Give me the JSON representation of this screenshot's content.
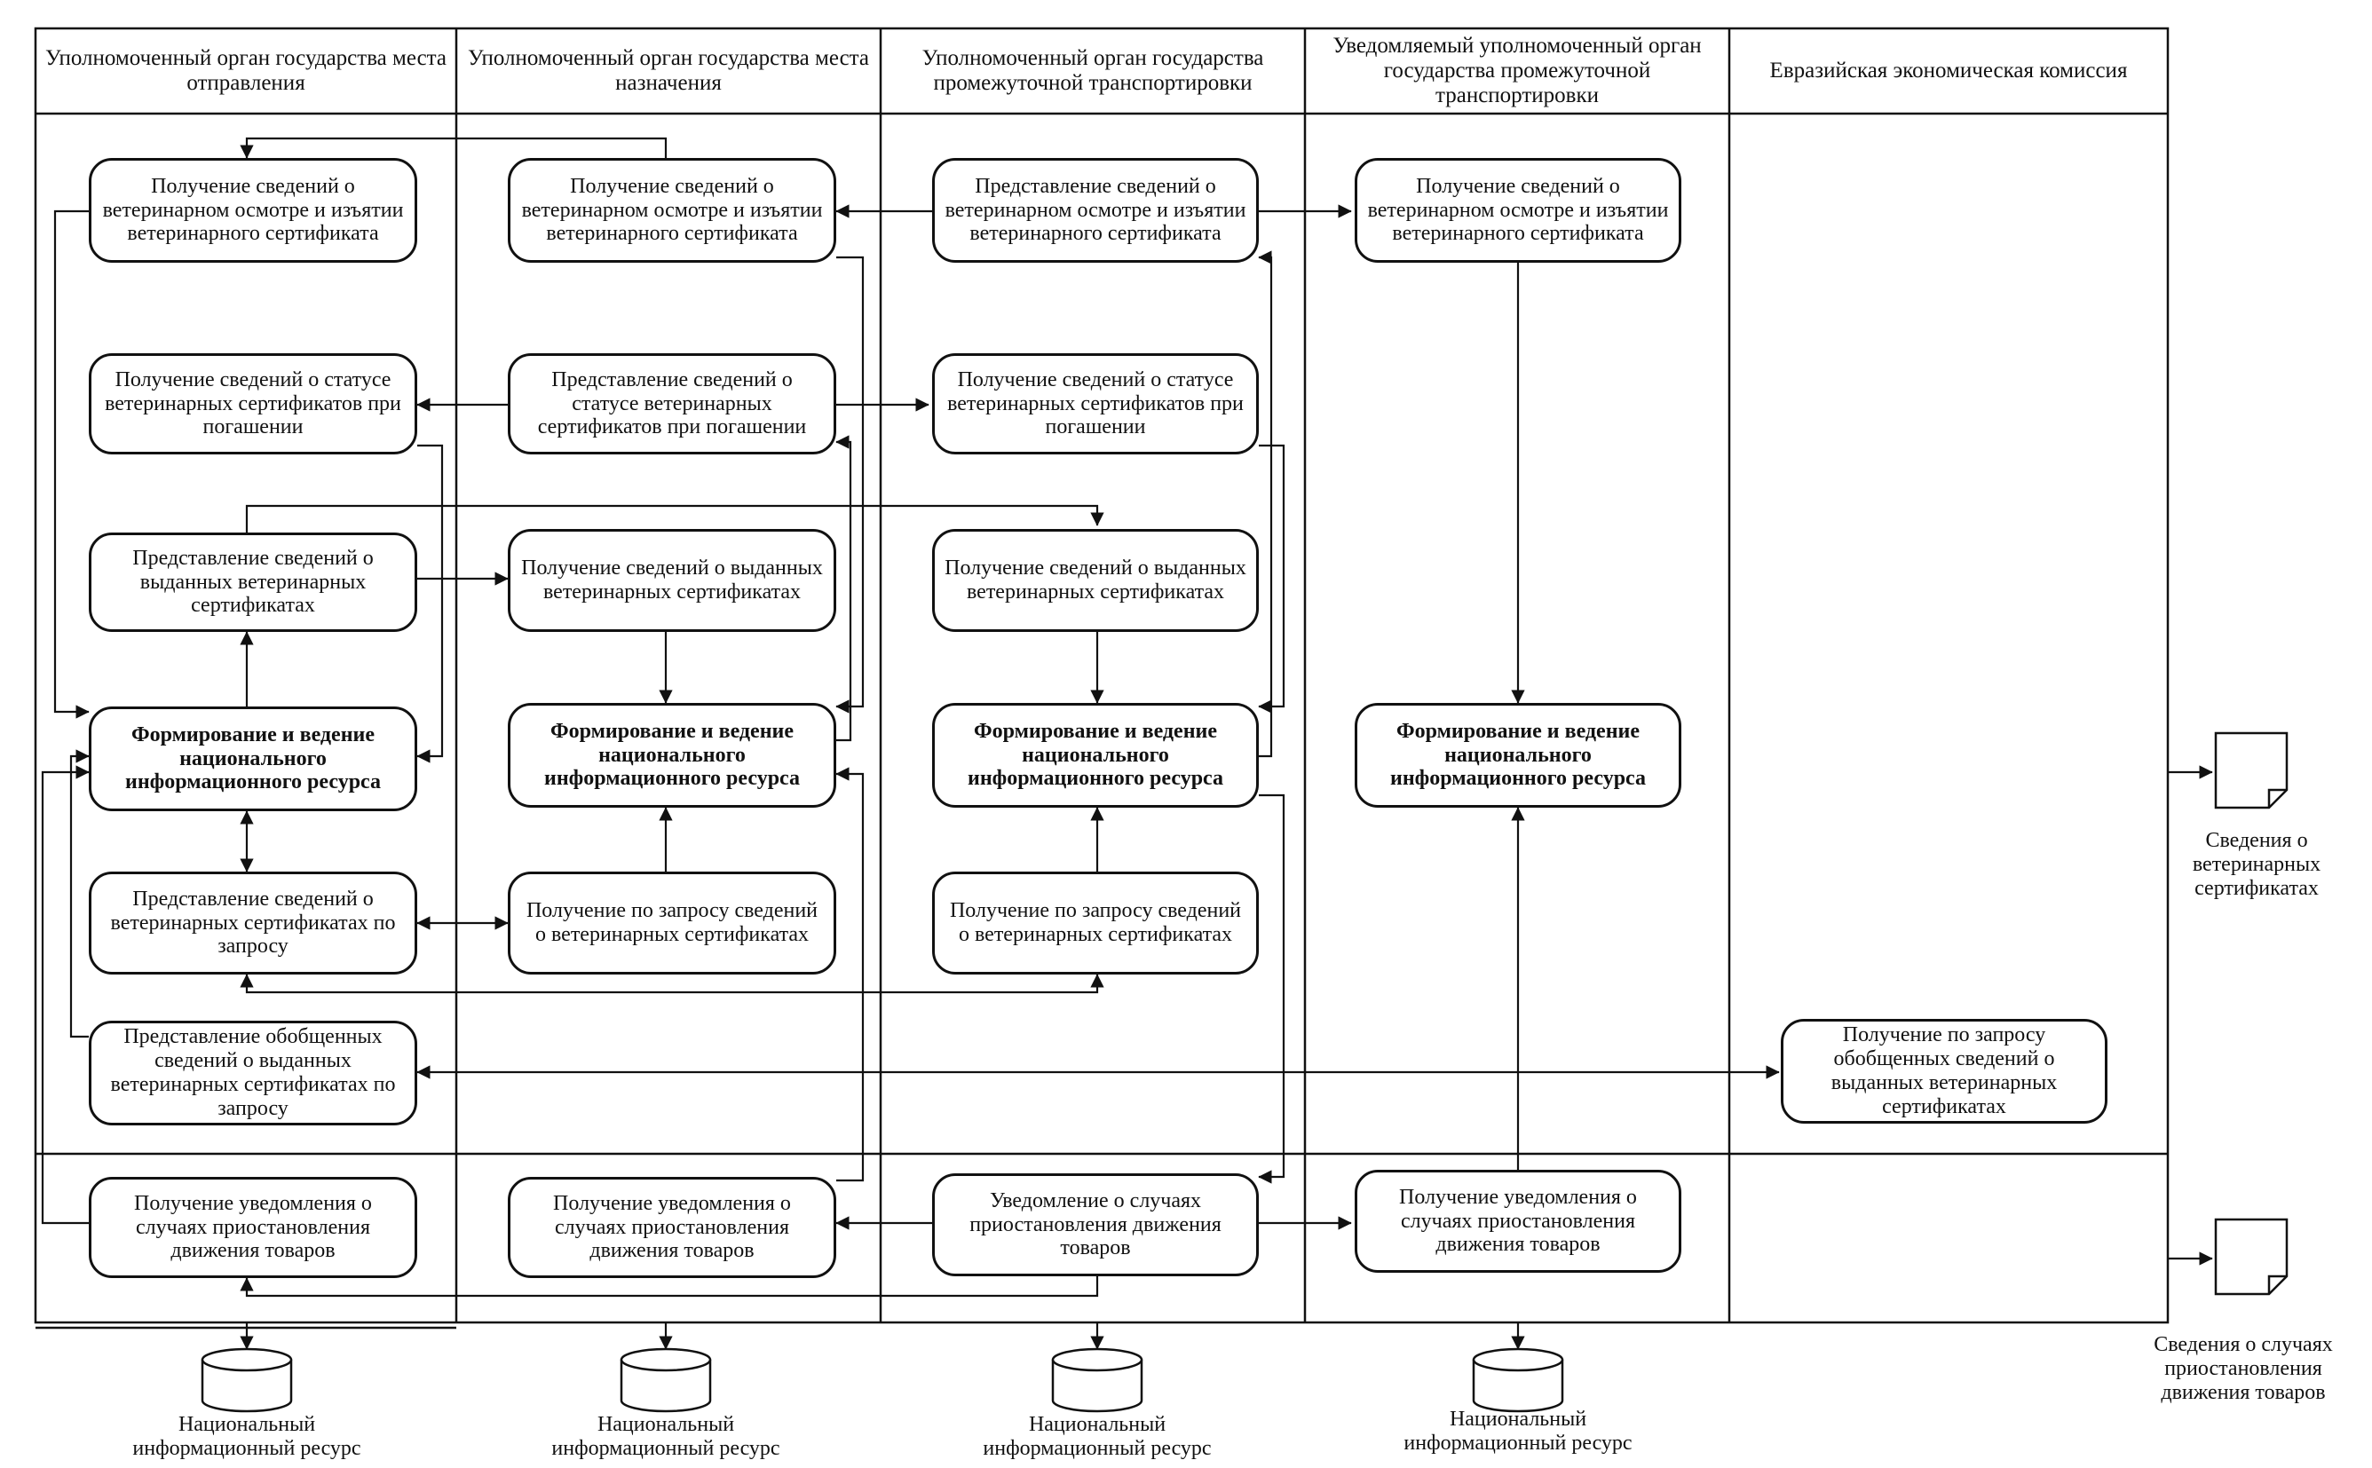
{
  "lanes": [
    {
      "title": "Уполномоченный орган государства места отправления"
    },
    {
      "title": "Уполномоченный орган государства места назначения"
    },
    {
      "title": "Уполномоченный орган государства промежуточной транспортировки"
    },
    {
      "title": "Уведомляемый уполномоченный орган государства промежуточной транспортировки"
    },
    {
      "title": "Евразийская экономическая комиссия"
    }
  ],
  "boxes": {
    "l1_receive_inspection": "Получение сведений о ветеринарном осмотре и изъятии ветеринарного сертификата",
    "l1_receive_status": "Получение сведений о статусе ветеринарных сертификатов при погашении",
    "l1_provide_issued": "Представление сведений о выданных ветеринарных сертификатах",
    "l1_form_resource": "Формирование и ведение национального информационного ресурса",
    "l1_provide_on_request": "Представление сведений о ветеринарных сертификатах по запросу",
    "l1_provide_summary": "Представление обобщенных сведений о выданных ветеринарных сертификатах по запросу",
    "l1_receive_suspension": "Получение уведомления о случаях приостановления движения товаров",
    "l2_receive_inspection": "Получение сведений о ветеринарном осмотре и изъятии ветеринарного сертификата",
    "l2_provide_status": "Представление сведений о статусе ветеринарных сертификатов при погашении",
    "l2_receive_issued": "Получение сведений о выданных ветеринарных сертификатах",
    "l2_form_resource": "Формирование и ведение национального информационного ресурса",
    "l2_receive_on_request": "Получение по запросу сведений о ветеринарных сертификатах",
    "l2_receive_suspension": "Получение уведомления о случаях приостановления движения товаров",
    "l3_provide_inspection": "Представление сведений о ветеринарном осмотре и изъятии ветеринарного сертификата",
    "l3_receive_status": "Получение сведений о статусе ветеринарных сертификатов при погашении",
    "l3_receive_issued": "Получение сведений о выданных ветеринарных сертификатах",
    "l3_form_resource": "Формирование и ведение национального информационного ресурса",
    "l3_receive_on_request": "Получение по запросу сведений о ветеринарных сертификатах",
    "l3_notify_suspension": "Уведомление о случаях приостановления движения товаров",
    "l4_receive_inspection": "Получение сведений о ветеринарном осмотре и изъятии ветеринарного сертификата",
    "l4_form_resource": "Формирование и ведение национального информационного ресурса",
    "l4_receive_suspension": "Получение уведомления о случаях приостановления движения товаров",
    "l5_receive_summary": "Получение по запросу обобщенных сведений о выданных ветеринарных сертификатах"
  },
  "databases": {
    "label": "Национальный информационный ресурс"
  },
  "documents": {
    "vet_certificates": "Сведения о ветеринарных сертификатах",
    "suspension_cases": "Сведения о случаях приостановления движения товаров"
  }
}
